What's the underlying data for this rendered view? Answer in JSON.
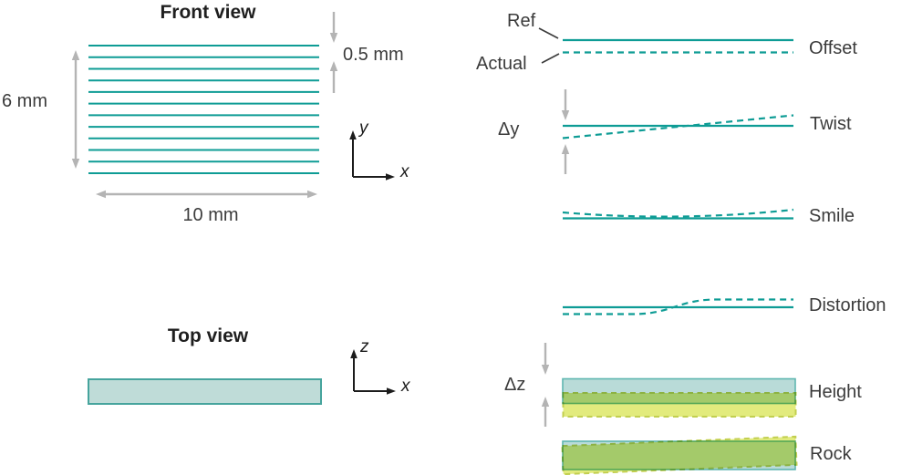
{
  "colors": {
    "teal": "#0E9C95",
    "light_teal_fill": "#BFDCD8",
    "blue_fill": "#B9DBD8",
    "blue_border": "#5FB6B0",
    "yellow_fill": "#E2EB7D",
    "yellow_border": "#C2CF4F",
    "gray_arrow": "#B4B4B4",
    "text": "#3B3B3B"
  },
  "front_view": {
    "title": "Front view",
    "bar_height_label": "6 mm",
    "bar_width_label": "10 mm",
    "emitter_pitch_label": "0.5 mm",
    "emitter_count": 12,
    "axis": {
      "vertical_label": "y",
      "horizontal_label": "x"
    }
  },
  "top_view": {
    "title": "Top view",
    "axis": {
      "vertical_label": "z",
      "horizontal_label": "x"
    }
  },
  "legend": {
    "reference_label": "Ref",
    "actual_label": "Actual"
  },
  "misalignments": {
    "offset": {
      "label": "Offset"
    },
    "twist": {
      "label": "Twist",
      "delta_label": "Δy"
    },
    "smile": {
      "label": "Smile"
    },
    "distortion": {
      "label": "Distortion"
    },
    "height": {
      "label": "Height",
      "delta_label": "Δz"
    },
    "rock": {
      "label": "Rock"
    }
  }
}
